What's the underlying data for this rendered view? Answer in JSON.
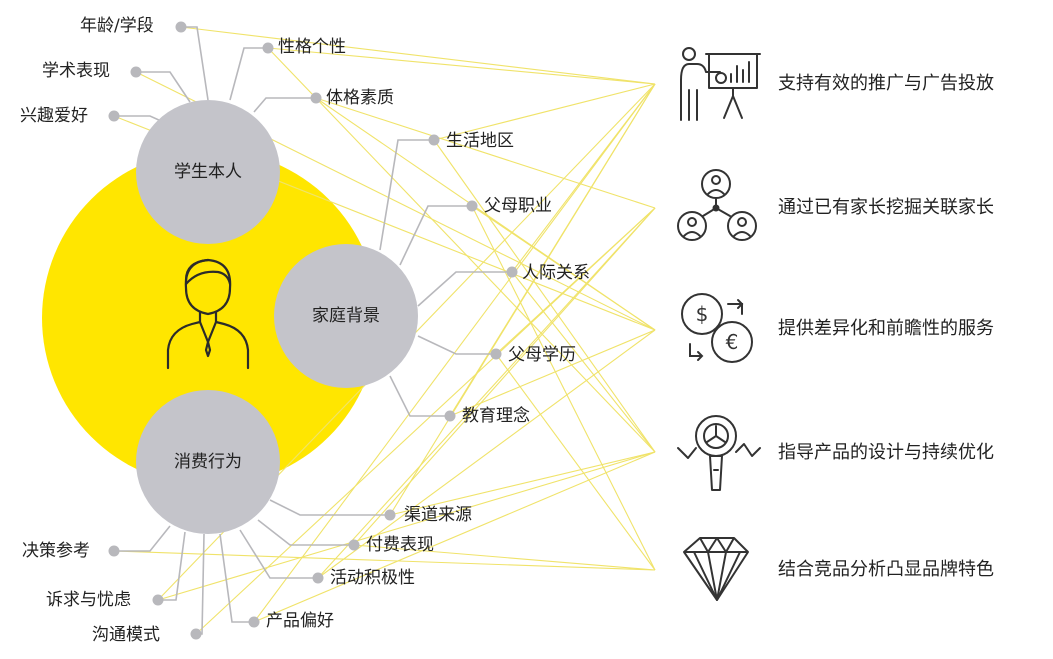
{
  "colors": {
    "yellow_circle": "#FFE600",
    "hub_grey": "#C4C4CA",
    "dot_grey": "#B8B8BC",
    "link_yellow": "#F0E36A",
    "connector_grey": "#B8B8BC",
    "icon_stroke": "#333333"
  },
  "center": {
    "icon": "person-icon"
  },
  "hubs": {
    "student": "学生本人",
    "family": "家庭背景",
    "consumption": "消费行为"
  },
  "student_attrs": {
    "age": "年龄/学段",
    "academic": "学术表现",
    "interest": "兴趣爱好",
    "personality": "性格个性",
    "physique": "体格素质"
  },
  "family_attrs": {
    "region": "生活地区",
    "job": "父母职业",
    "network": "人际关系",
    "education": "父母学历",
    "philosophy": "教育理念"
  },
  "consumption_attrs": {
    "channel": "渠道来源",
    "payment": "付费表现",
    "activity": "活动积极性",
    "preference": "产品偏好",
    "decision": "决策参考",
    "concern": "诉求与忧虑",
    "communication": "沟通模式"
  },
  "benefits": [
    {
      "label": "支持有效的推广与广告投放",
      "icon": "presentation-icon"
    },
    {
      "label": "通过已有家长挖掘关联家长",
      "icon": "network-users-icon"
    },
    {
      "label": "提供差异化和前瞻性的服务",
      "icon": "currency-exchange-icon"
    },
    {
      "label": "指导产品的设计与持续优化",
      "icon": "magnifier-analysis-icon"
    },
    {
      "label": "结合竞品分析凸显品牌特色",
      "icon": "diamond-icon"
    }
  ]
}
